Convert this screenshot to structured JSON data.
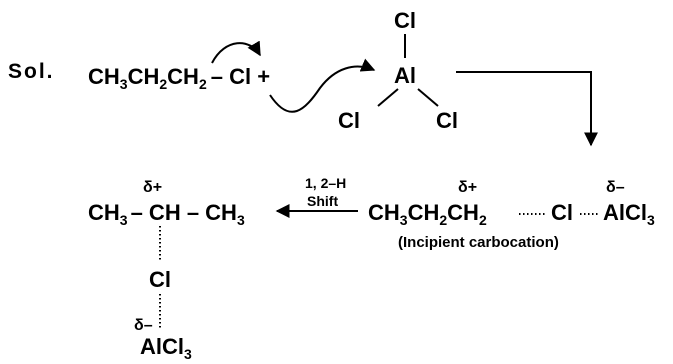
{
  "label_sol": "Sol.",
  "reactant": {
    "sub3": "3",
    "sub2": "2",
    "ch": "CH",
    "dash_cl": "– Cl +"
  },
  "alcl3": {
    "cl": "Cl",
    "al": "Al"
  },
  "complex": {
    "dots": "·····",
    "cl": "Cl",
    "alcl": "AlCl",
    "sub3": "3",
    "delta_plus": "δ+",
    "delta_minus": "δ–",
    "caption": "(Incipient carbocation)"
  },
  "shift": {
    "line1": "1, 2–H",
    "line2": "Shift"
  },
  "product": {
    "ch3": "CH",
    "sub3": "3",
    "dash_ch": "– CH – CH",
    "cl": "Cl",
    "alcl": "AlCl",
    "delta_plus": "δ+",
    "delta_minus": "δ–"
  },
  "colors": {
    "ink": "#000000",
    "background": "#ffffff"
  }
}
